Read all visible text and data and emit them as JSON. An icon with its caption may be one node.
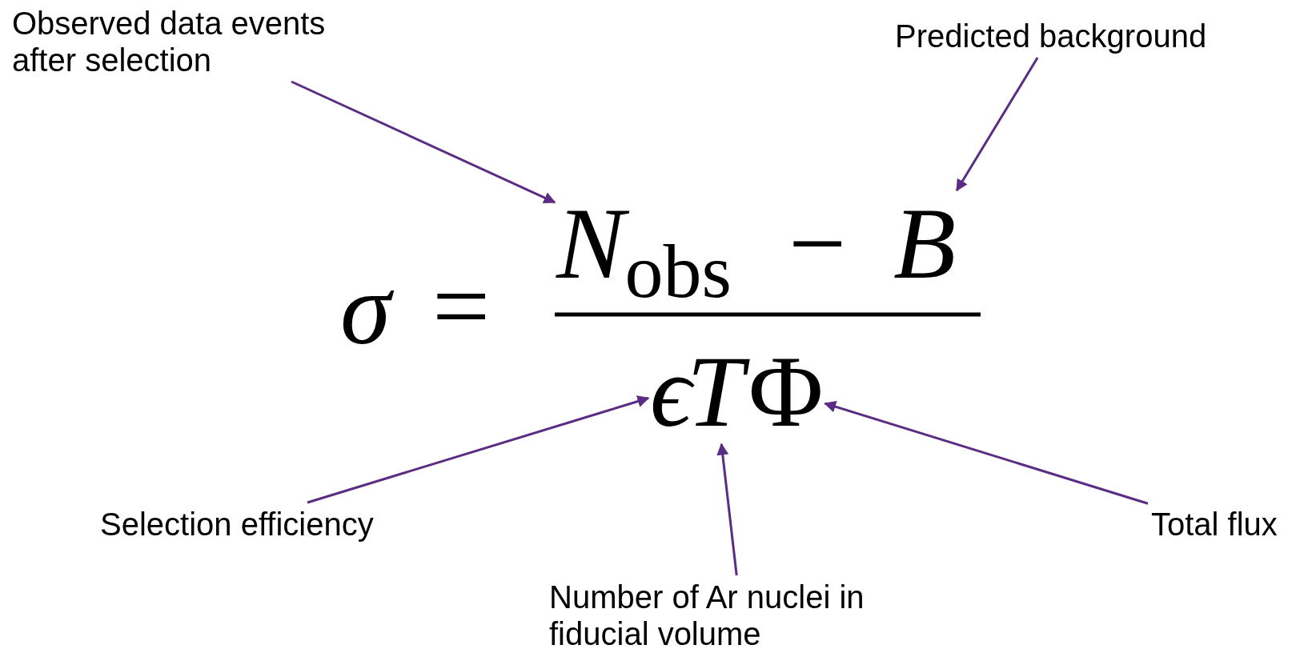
{
  "diagram": {
    "nodes": [
      {
        "text": [
          "Observed data events after selection"
        ]
      },
      {
        "text": [
          "Predicted background"
        ]
      },
      {
        "text": [
          "Selection efficiency"
        ]
      },
      {
        "text": [
          "Number of Ar nuclei in fiducial volume"
        ]
      },
      {
        "text": [
          "Total flux"
        ]
      },
      {
        "text": [
          "*N*$_{obs}$"
        ]
      },
      {
        "text": [
          "B"
        ]
      },
      {
        "text": [
          "ϵ"
        ]
      },
      {
        "text": [
          "T"
        ]
      },
      {
        "text": [
          "Φ"
        ]
      }
    ],
    "edges": [
      {
        "from": 0,
        "to": 5,
        "arrow": "to"
      },
      {
        "from": 1,
        "to": 6,
        "arrow": "to"
      },
      {
        "from": 2,
        "to": 7,
        "arrow": "to"
      },
      {
        "from": 3,
        "to": 8,
        "arrow": "to"
      },
      {
        "from": 4,
        "to": 9,
        "arrow": "to"
      }
    ],
    "labels": [
      "σ",
      "=",
      "−"
    ]
  }
}
